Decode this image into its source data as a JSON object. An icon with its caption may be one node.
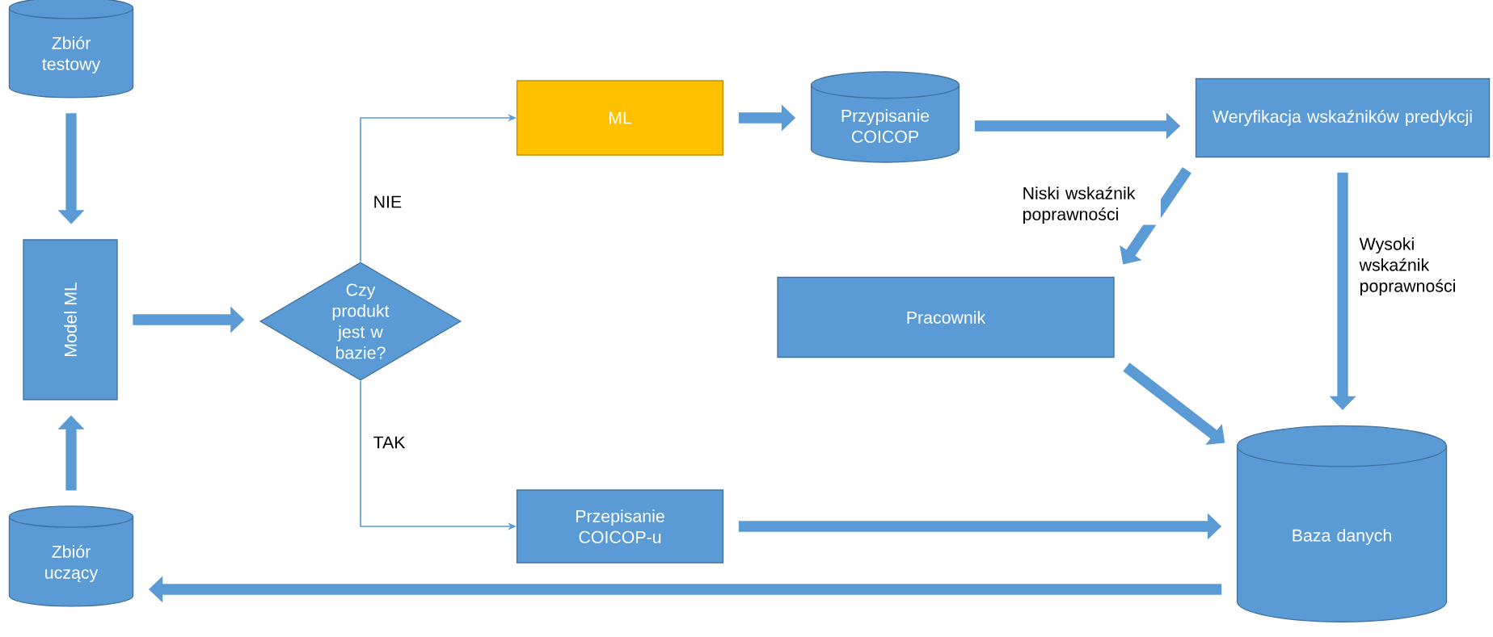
{
  "diagram": {
    "nodes": [
      {
        "text": [
          "Zbiór testowy"
        ]
      },
      {
        "text": [
          "Model ML"
        ]
      },
      {
        "text": [
          "Zbiór uczący"
        ]
      },
      {
        "text": [
          "Czy produkt jest w bazie?"
        ]
      },
      {
        "text": [
          "ML"
        ]
      },
      {
        "text": [
          "Przypisanie COICOP"
        ]
      },
      {
        "text": [
          "Weryfikacja wskaźników predykcji"
        ]
      },
      {
        "text": [
          "Pracownik"
        ]
      },
      {
        "text": [
          "Przepisanie COICOP-u"
        ]
      },
      {
        "text": [
          "Baza danych"
        ]
      }
    ],
    "edges": [
      {
        "from": 0,
        "to": 1,
        "arrow": "to"
      },
      {
        "from": 2,
        "to": 1,
        "arrow": "to"
      },
      {
        "from": 1,
        "to": 3,
        "arrow": "to"
      },
      {
        "from": 3,
        "to": 4,
        "arrow": "to",
        "label": "NIE"
      },
      {
        "from": 3,
        "to": 8,
        "arrow": "to",
        "label": "TAK"
      },
      {
        "from": 4,
        "to": 5,
        "arrow": "to"
      },
      {
        "from": 5,
        "to": 6,
        "arrow": "to"
      },
      {
        "from": 6,
        "to": 7,
        "arrow": "to",
        "label": "Niski wskaźnik poprawności"
      },
      {
        "from": 6,
        "to": 9,
        "arrow": "to",
        "label": "Wysoki wskaźnik poprawności"
      },
      {
        "from": 7,
        "to": 9,
        "arrow": "to"
      },
      {
        "from": 8,
        "to": 9,
        "arrow": "to"
      },
      {
        "from": 9,
        "to": 2,
        "arrow": "to"
      }
    ]
  }
}
